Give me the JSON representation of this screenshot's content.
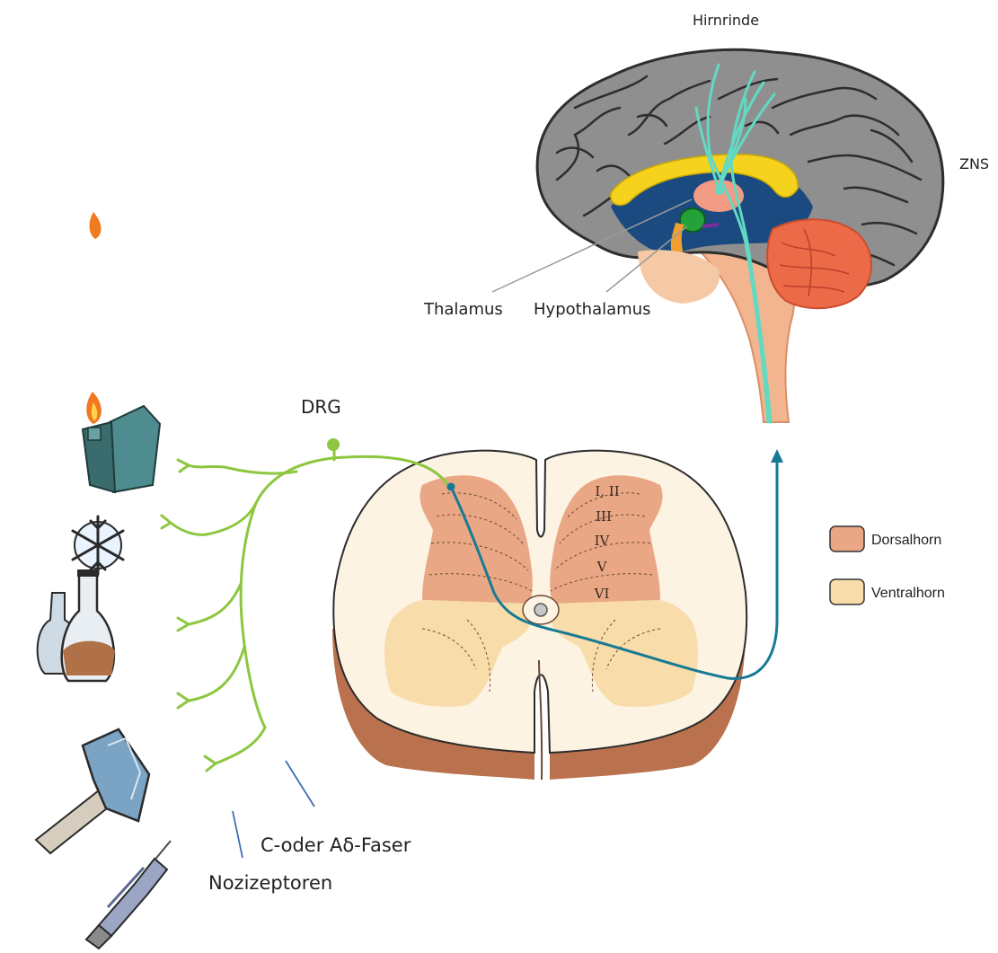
{
  "labels": {
    "cortex": "Hirnrinde",
    "cns": "ZNS",
    "thalamus": "Thalamus",
    "hypothalamus": "Hypothalamus",
    "drg": "DRG",
    "fiber": "C-oder Aδ-Faser",
    "nociceptors": "Nozizeptoren"
  },
  "laminae": [
    "I, II",
    "III",
    "IV",
    "V",
    "VI"
  ],
  "legend": [
    {
      "label": "Dorsalhorn",
      "color": "#e9a785"
    },
    {
      "label": "Ventralhorn",
      "color": "#f8dcaa"
    }
  ],
  "stimuli": [
    "flame-lighter-icon",
    "snowflake-icon",
    "chemical-flasks-icon",
    "hammer-icon",
    "syringe-icon"
  ],
  "colors": {
    "nerve": "#8dc63f",
    "pathway": "#177a94",
    "cortex_fibers": "#62d9c2",
    "brain_gray": "#8f8f8f",
    "cerebellum": "#ec6a48",
    "corpus_callosum": "#f5d21e",
    "ventricle": "#1b4a80",
    "spinal_cream": "#fcf3e3",
    "spinal_brown": "#b9724d"
  }
}
